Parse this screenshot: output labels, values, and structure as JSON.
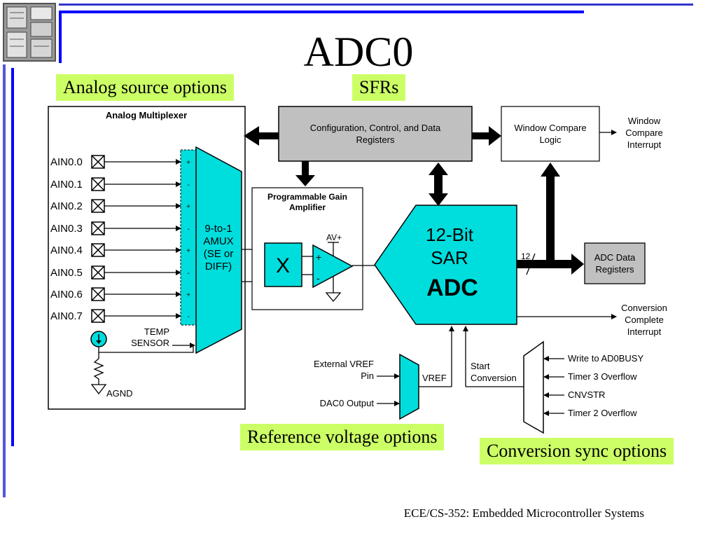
{
  "slide": {
    "title": "ADC0",
    "footer": "ECE/CS-352: Embedded Microcontroller Systems",
    "callouts": {
      "analog_source": "Analog source options",
      "sfrs": "SFRs",
      "reference_voltage": "Reference voltage options",
      "conversion_sync": "Conversion sync options"
    },
    "colors": {
      "accent_blue": "#0000ff",
      "cyan_block": "#00dddd",
      "callout_green": "#ccff66",
      "register_gray": "#c0c0c0"
    }
  },
  "diagram": {
    "mux_panel_title": "Analog Multiplexer",
    "inputs": [
      "AIN0.0",
      "AIN0.1",
      "AIN0.2",
      "AIN0.3",
      "AIN0.4",
      "AIN0.5",
      "AIN0.6",
      "AIN0.7"
    ],
    "polarity": [
      "+",
      "-",
      "+",
      "-",
      "+",
      "-",
      "+",
      "-"
    ],
    "amux_lines": [
      "9-to-1",
      "AMUX",
      "(SE or",
      "DIFF)"
    ],
    "temp_sensor": [
      "TEMP",
      "SENSOR"
    ],
    "agnd": "AGND",
    "config_registers": [
      "Configuration, Control, and Data",
      "Registers"
    ],
    "pga_title": [
      "Programmable Gain",
      "Amplifier"
    ],
    "pga_x": "X",
    "avplus": "AV+",
    "opamp_plus": "+",
    "opamp_minus": "-",
    "adc_lines": [
      "12-Bit",
      "SAR"
    ],
    "adc_bold": "ADC",
    "bus_width": "12",
    "window_compare": [
      "Window Compare",
      "Logic"
    ],
    "window_interrupt": [
      "Window",
      "Compare",
      "Interrupt"
    ],
    "adc_data_registers": [
      "ADC Data",
      "Registers"
    ],
    "conversion_interrupt": [
      "Conversion",
      "Complete",
      "Interrupt"
    ],
    "vref_inputs": [
      "External VREF",
      "Pin"
    ],
    "dac_output": "DAC0 Output",
    "vref_label": "VREF",
    "start_conversion": [
      "Start",
      "Conversion"
    ],
    "sync_sources": [
      "Write to AD0BUSY",
      "Timer 3 Overflow",
      "CNVSTR",
      "Timer 2 Overflow"
    ]
  }
}
